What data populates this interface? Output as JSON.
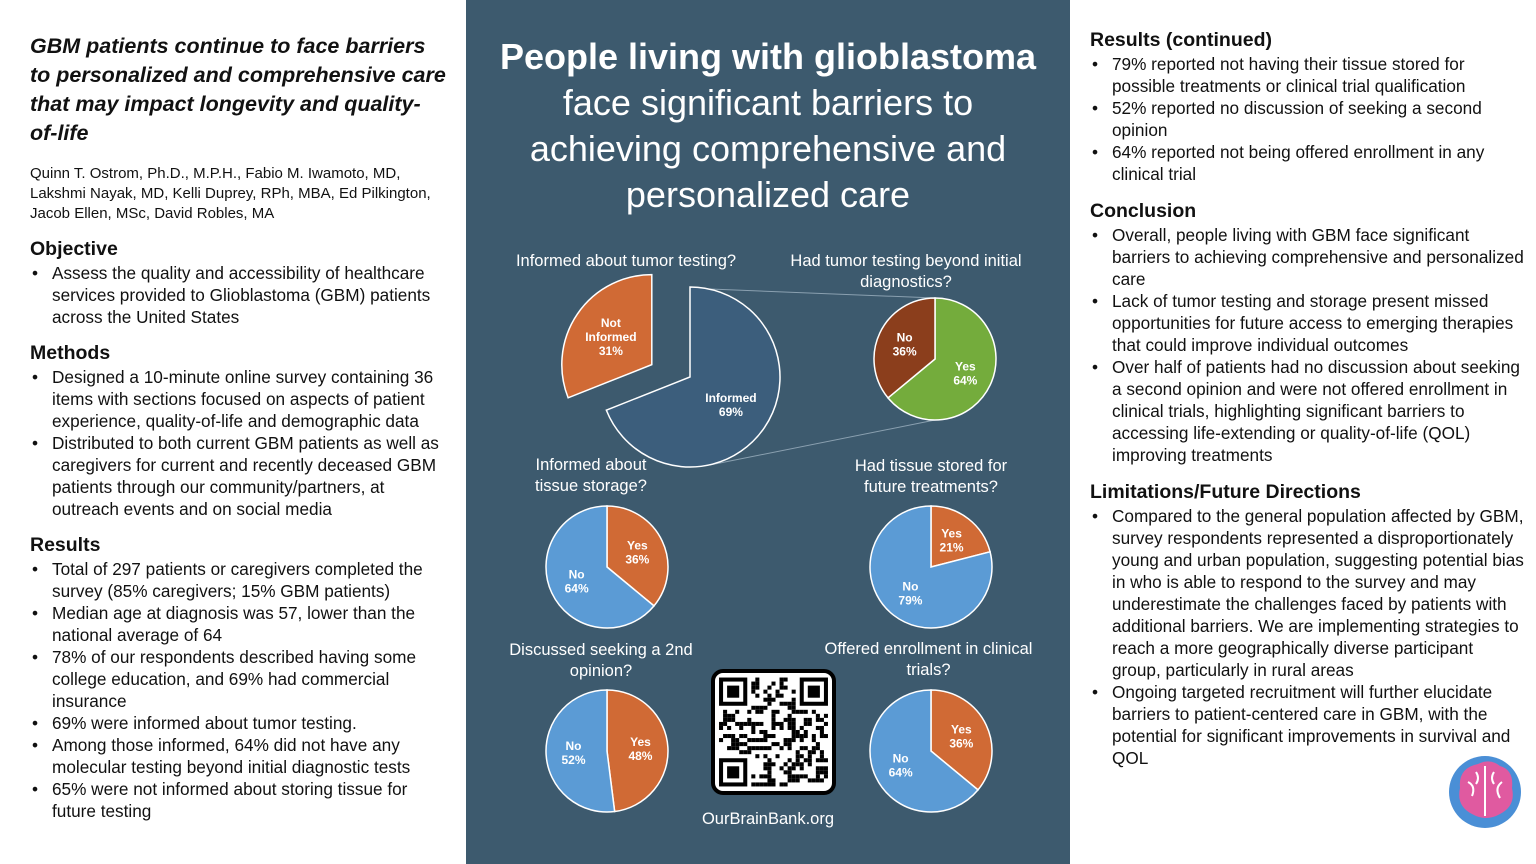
{
  "left": {
    "title": "GBM patients continue to face barriers to personalized and comprehensive care that may impact longevity and quality-of-life",
    "authors": "Quinn T. Ostrom, Ph.D., M.P.H., Fabio M. Iwamoto, MD, Lakshmi Nayak, MD, Kelli Duprey, RPh, MBA, Ed Pilkington, Jacob Ellen, MSc, David Robles, MA",
    "objective": {
      "heading": "Objective",
      "items": [
        "Assess the quality and accessibility of healthcare services provided to Glioblastoma (GBM) patients across the United States"
      ]
    },
    "methods": {
      "heading": "Methods",
      "items": [
        "Designed a 10-minute online survey containing 36 items with sections focused on aspects of patient experience, quality-of-life and demographic data",
        "Distributed to both current GBM patients as well as caregivers for current and recently deceased GBM patients through our community/partners, at outreach events and on social media"
      ]
    },
    "results": {
      "heading": "Results",
      "items": [
        "Total of 297 patients or caregivers completed the survey (85% caregivers; 15% GBM patients)",
        "Median age at diagnosis was 57, lower than the national average of 64",
        "78% of our respondents described having some college education, and 69% had commercial insurance",
        "69% were informed about tumor testing.",
        "Among those informed, 64% did not have any molecular testing beyond initial diagnostic tests",
        "65% were not informed about storing tissue for future testing"
      ]
    }
  },
  "middle": {
    "title_bold": "People living with glioblastoma",
    "title_rest": [
      "face significant barriers to",
      "achieving comprehensive and",
      "personalized care"
    ],
    "url": "OurBrainBank.org",
    "qr_icon": "qr-code-icon"
  },
  "right": {
    "results_cont": {
      "heading": "Results (continued)",
      "items": [
        "79% reported not having their tissue stored for possible treatments or clinical trial qualification",
        "52% reported no discussion of seeking a second opinion",
        "64% reported not being offered enrollment in any clinical trial"
      ]
    },
    "conclusion": {
      "heading": "Conclusion",
      "items": [
        "Overall, people living with GBM face significant barriers to achieving comprehensive and personalized care",
        "Lack of tumor testing and storage present missed opportunities for future access to emerging therapies that could improve individual outcomes",
        "Over half of patients had no discussion about seeking a second opinion and were not offered enrollment in clinical trials, highlighting significant barriers to accessing life-extending or quality-of-life (QOL) improving treatments"
      ]
    },
    "limitations": {
      "heading": "Limitations/Future Directions",
      "items": [
        "Compared to the general population affected by GBM, survey respondents represented a disproportionately young and urban population, suggesting potential bias in who is able to respond to the survey and may underestimate the challenges faced by patients with additional barriers. We are implementing strategies to reach a more geographically diverse participant group, particularly in rural areas",
        "Ongoing targeted recruitment will further elucidate barriers to patient-centered care in GBM, with the potential for significant improvements in survival and QOL"
      ]
    },
    "logo_icon": "brain-bank-logo-icon"
  },
  "colors": {
    "panel": "#3d5a6e",
    "orange": "#d06a35",
    "blue_dark": "#3c5e7c",
    "green": "#74ac3c",
    "brown": "#8b3e1c",
    "blue_light": "#5b9bd5"
  },
  "chart_data": [
    {
      "type": "pie",
      "title": "Informed about tumor testing?",
      "slices": [
        {
          "label": "Informed",
          "value": 69,
          "display": "69%",
          "color": "#3c5e7c"
        },
        {
          "label": "Not Informed",
          "value": 31,
          "display": "31%",
          "color": "#d06a35",
          "exploded": true
        }
      ]
    },
    {
      "type": "pie",
      "title": "Had tumor testing beyond initial diagnostics?",
      "slices": [
        {
          "label": "Yes",
          "value": 64,
          "display": "64%",
          "color": "#74ac3c"
        },
        {
          "label": "No",
          "value": 36,
          "display": "36%",
          "color": "#8b3e1c"
        }
      ]
    },
    {
      "type": "pie",
      "title": "Informed about tissue storage?",
      "slices": [
        {
          "label": "Yes",
          "value": 36,
          "display": "36%",
          "color": "#d06a35"
        },
        {
          "label": "No",
          "value": 64,
          "display": "64%",
          "color": "#5b9bd5"
        }
      ]
    },
    {
      "type": "pie",
      "title": "Had tissue stored for future treatments?",
      "slices": [
        {
          "label": "Yes",
          "value": 21,
          "display": "21%",
          "color": "#d06a35"
        },
        {
          "label": "No",
          "value": 79,
          "display": "79%",
          "color": "#5b9bd5"
        }
      ]
    },
    {
      "type": "pie",
      "title": "Discussed seeking a 2nd opinion?",
      "slices": [
        {
          "label": "Yes",
          "value": 48,
          "display": "48%",
          "color": "#d06a35"
        },
        {
          "label": "No",
          "value": 52,
          "display": "52%",
          "color": "#5b9bd5"
        }
      ]
    },
    {
      "type": "pie",
      "title": "Offered enrollment in clinical trials?",
      "slices": [
        {
          "label": "Yes",
          "value": 36,
          "display": "36%",
          "color": "#d06a35"
        },
        {
          "label": "No",
          "value": 64,
          "display": "64%",
          "color": "#5b9bd5"
        }
      ]
    }
  ]
}
